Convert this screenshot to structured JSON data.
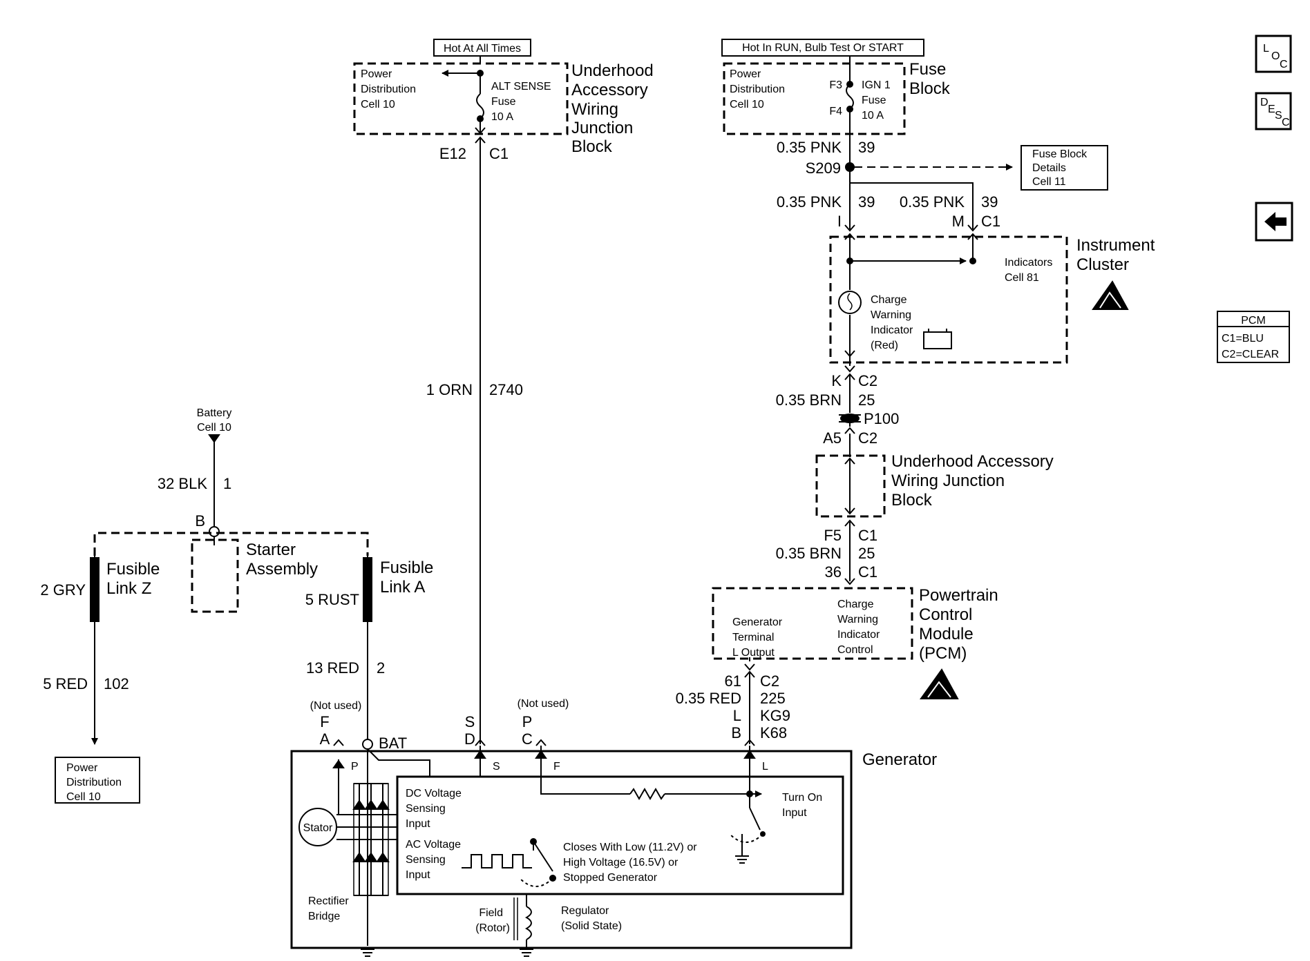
{
  "labels": {
    "hot_at_all_times": "Hot At All Times",
    "hot_in_run": "Hot In RUN, Bulb Test Or START",
    "pdc_power": "Power",
    "pdc_distribution": "Distribution",
    "pdc_cell10": "Cell 10",
    "alt_sense": "ALT SENSE",
    "fuse_word": "Fuse",
    "fuse_10a": "10 A",
    "uawjb_underhood": "Underhood",
    "uawjb_accessory": "Accessory",
    "uawjb_wiring": "Wiring",
    "uawjb_junction": "Junction",
    "uawjb_block": "Block",
    "e12": "E12",
    "c1": "C1",
    "f3": "F3",
    "f4": "F4",
    "ign1": "IGN 1",
    "fuse_block_1": "Fuse",
    "fuse_block_2": "Block",
    "wire_035_pnk": "0.35 PNK",
    "circuit_39": "39",
    "s209": "S209",
    "fbd_1": "Fuse Block",
    "fbd_2": "Details",
    "fbd_3": "Cell 11",
    "pin_i": "I",
    "pin_m": "M",
    "ic_1": "Instrument",
    "ic_2": "Cluster",
    "ind_1": "Indicators",
    "ind_2": "Cell 81",
    "cwi_1": "Charge",
    "cwi_2": "Warning",
    "cwi_3": "Indicator",
    "cwi_4": "(Red)",
    "pin_k": "K",
    "c2": "C2",
    "wire_035_brn": "0.35 BRN",
    "circuit_25": "25",
    "p100": "P100",
    "a5": "A5",
    "uawjb2_1": "Underhood Accessory",
    "uawjb2_2": "Wiring Junction",
    "uawjb2_3": "Block",
    "f5": "F5",
    "pin_36": "36",
    "pcm_1": "Powertrain",
    "pcm_2": "Control",
    "pcm_3": "Module",
    "pcm_4": "(PCM)",
    "gtl_1": "Generator",
    "gtl_2": "Terminal",
    "gtl_3": "L Output",
    "cwic_1": "Charge",
    "cwic_2": "Warning",
    "cwic_3": "Indicator",
    "cwic_4": "Control",
    "pin_61": "61",
    "wire_035_red": "0.35 RED",
    "circuit_225": "225",
    "kg9": "KG9",
    "k68": "K68",
    "pin_l": "L",
    "pin_b": "B",
    "wire_1_orn": "1 ORN",
    "circuit_2740": "2740",
    "battery_1": "Battery",
    "battery_2": "Cell 10",
    "wire_32_blk": "32 BLK",
    "circuit_1": "1",
    "pin_b_starter": "B",
    "starter_1": "Starter",
    "starter_2": "Assembly",
    "fusible_1": "Fusible",
    "link_z": "Link Z",
    "link_a": "Link A",
    "wire_2_gry": "2 GRY",
    "wire_5_rust": "5 RUST",
    "wire_5_red": "5 RED",
    "circuit_102": "102",
    "wire_13_red": "13 RED",
    "circuit_2": "2",
    "not_used": "(Not used)",
    "pin_f": "F",
    "pin_a": "A",
    "bat": "BAT",
    "pin_s": "S",
    "pin_d": "D",
    "pin_p": "P",
    "pin_c": "C",
    "generator": "Generator",
    "dc_1": "DC Voltage",
    "dc_2": "Sensing",
    "dc_3": "Input",
    "ac_1": "AC Voltage",
    "ac_2": "Sensing",
    "ac_3": "Input",
    "stator": "Stator",
    "rect_1": "Rectifier",
    "rect_2": "Bridge",
    "closes_1": "Closes With Low (11.2V) or",
    "closes_2": "High Voltage (16.5V) or",
    "closes_3": "Stopped Generator",
    "turn_on_1": "Turn On",
    "turn_on_2": "Input",
    "field_1": "Field",
    "field_2": "(Rotor)",
    "reg_1": "Regulator",
    "reg_2": "(Solid State)",
    "pcm_box_title": "PCM",
    "pcm_c1": "C1=BLU",
    "pcm_c2": "C2=CLEAR"
  },
  "side_icons": {
    "loc": [
      "L",
      "O",
      "C"
    ],
    "desc": [
      "D",
      "E",
      "S",
      "C"
    ],
    "back_icon": "left-arrow"
  }
}
